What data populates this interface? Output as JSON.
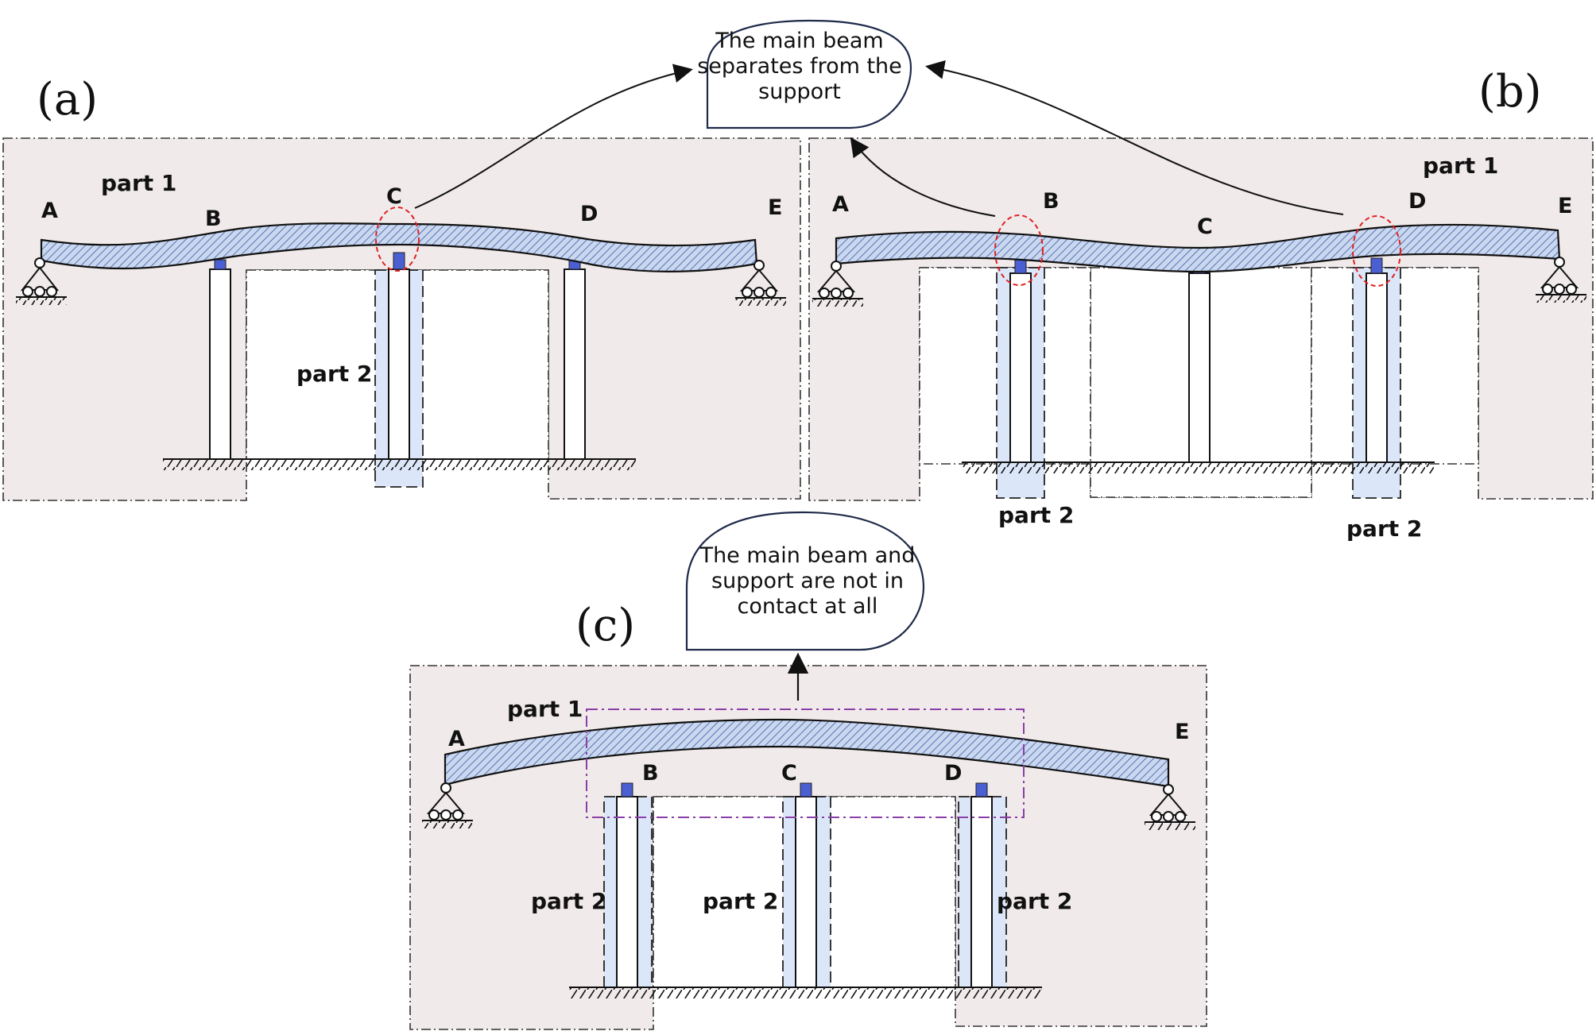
{
  "panels": {
    "a": {
      "label": "(a)",
      "points": {
        "A": "A",
        "B": "B",
        "C": "C",
        "D": "D",
        "E": "E"
      },
      "part1": "part 1",
      "part2": [
        "part 2"
      ]
    },
    "b": {
      "label": "(b)",
      "points": {
        "A": "A",
        "B": "B",
        "C": "C",
        "D": "D",
        "E": "E"
      },
      "part1": "part 1",
      "part2": [
        "part 2",
        "part 2"
      ]
    },
    "c": {
      "label": "(c)",
      "points": {
        "A": "A",
        "B": "B",
        "C": "C",
        "D": "D",
        "E": "E"
      },
      "part1": "part 1",
      "part2": [
        "part 2",
        "part 2",
        "part 2"
      ]
    }
  },
  "callouts": {
    "top": [
      "The main beam",
      "separates from the",
      "support"
    ],
    "bottom": [
      "The main beam and",
      "support are not in",
      "contact at all"
    ]
  },
  "colors": {
    "region_fill": "#f1eaea",
    "highlight_fill": "#dbe7f9",
    "beam_fill": "#c9d7ef",
    "beam_hatch": "#5a74b3",
    "bearing": "#4a5fd1",
    "red_marker": "#e02020",
    "purple_box": "#8a3fa8"
  }
}
